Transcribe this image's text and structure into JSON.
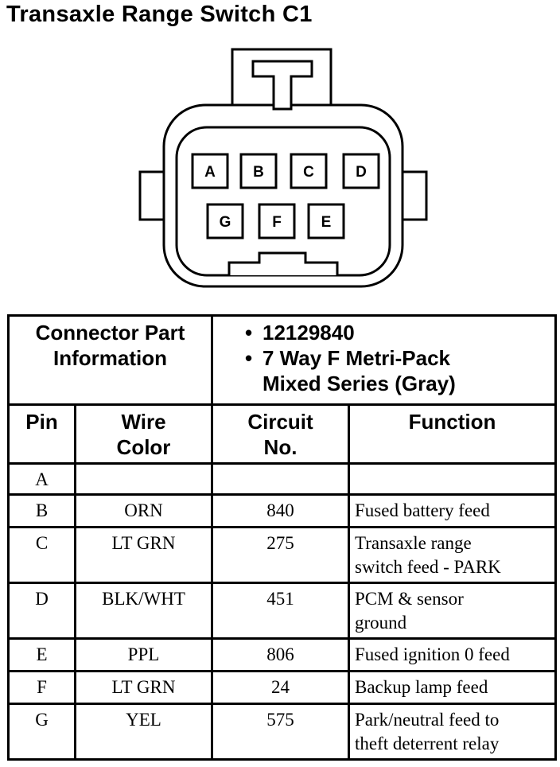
{
  "title": "Transaxle Range Switch C1",
  "connector": {
    "pins_top": [
      "A",
      "B",
      "C",
      "D"
    ],
    "pins_bottom": [
      "G",
      "F",
      "E"
    ]
  },
  "info": {
    "label_line1": "Connector Part",
    "label_line2": "Information",
    "bullet": "•",
    "value_line1": "12129840",
    "value_line2": "7 Way F Metri-Pack",
    "value_line3": "Mixed Series (Gray)"
  },
  "headers": {
    "pin": "Pin",
    "wire_line1": "Wire",
    "wire_line2": "Color",
    "circuit_line1": "Circuit",
    "circuit_line2": "No.",
    "function": "Function"
  },
  "rows": [
    {
      "pin": "A",
      "wire": "",
      "circuit": "",
      "function_line1": "",
      "function_line2": ""
    },
    {
      "pin": "B",
      "wire": "ORN",
      "circuit": "840",
      "function_line1": "Fused battery feed",
      "function_line2": ""
    },
    {
      "pin": "C",
      "wire": "LT GRN",
      "circuit": "275",
      "function_line1": "Transaxle range",
      "function_line2": "switch feed - PARK"
    },
    {
      "pin": "D",
      "wire": "BLK/WHT",
      "circuit": "451",
      "function_line1": "PCM & sensor",
      "function_line2": "ground"
    },
    {
      "pin": "E",
      "wire": "PPL",
      "circuit": "806",
      "function_line1": "Fused ignition 0 feed",
      "function_line2": ""
    },
    {
      "pin": "F",
      "wire": "LT GRN",
      "circuit": "24",
      "function_line1": "Backup lamp feed",
      "function_line2": ""
    },
    {
      "pin": "G",
      "wire": "YEL",
      "circuit": "575",
      "function_line1": "Park/neutral feed to",
      "function_line2": "theft deterrent relay"
    }
  ]
}
